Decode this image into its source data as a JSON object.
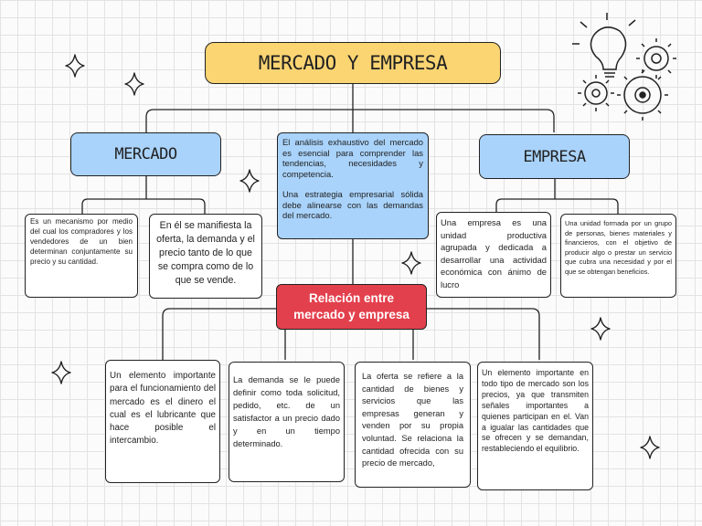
{
  "title": "MERCADO Y EMPRESA",
  "mercado": {
    "label": "MERCADO",
    "def1": "Es un mecanismo por medio del cual los compradores y los vendedores de un bien determinan conjuntamente su precio y su cantidad.",
    "def2": "En él se manifiesta la oferta, la demanda y el precio tanto de lo que se compra como de lo que se vende."
  },
  "center": {
    "p1": "El análisis exhaustivo del mercado es esencial para comprender las tendencias, necesidades y competencia.",
    "p2": "Una estrategia empresarial sólida debe alinearse con las demandas del mercado."
  },
  "empresa": {
    "label": "EMPRESA",
    "def1": "Una empresa es una unidad productiva agrupada y dedicada a desarrollar una actividad económica con ánimo de lucro",
    "def2": "Una unidad formada por un grupo de personas, bienes materiales y financieros, con el objetivo de producir algo o prestar un servicio que cubra una necesidad y por el que se obtengan beneficios."
  },
  "relation": {
    "label": "Relación entre mercado y empresa",
    "items": [
      "Un elemento importante para el funcionamiento del mercado es el dinero el cual es el lubricante que hace posible el intercambio.",
      "La demanda se le puede definir como toda solicitud, pedido, etc. de un satisfactor a un precio dado y en un tiempo determinado.",
      "La oferta se refiere a la cantidad de bienes y servicios que las empresas generan y venden por su propia voluntad. Se relaciona la cantidad ofrecida con su precio de mercado,",
      "Un elemento importante en todo tipo de mercado son los precios, ya que transmiten señales importantes a quienes participan en el. Van a igualar las cantidades que se ofrecen y se demandan, restableciendo el equilibrio."
    ]
  },
  "icons": [
    "lightbulb-gear-icon",
    "sparkle-icon"
  ]
}
